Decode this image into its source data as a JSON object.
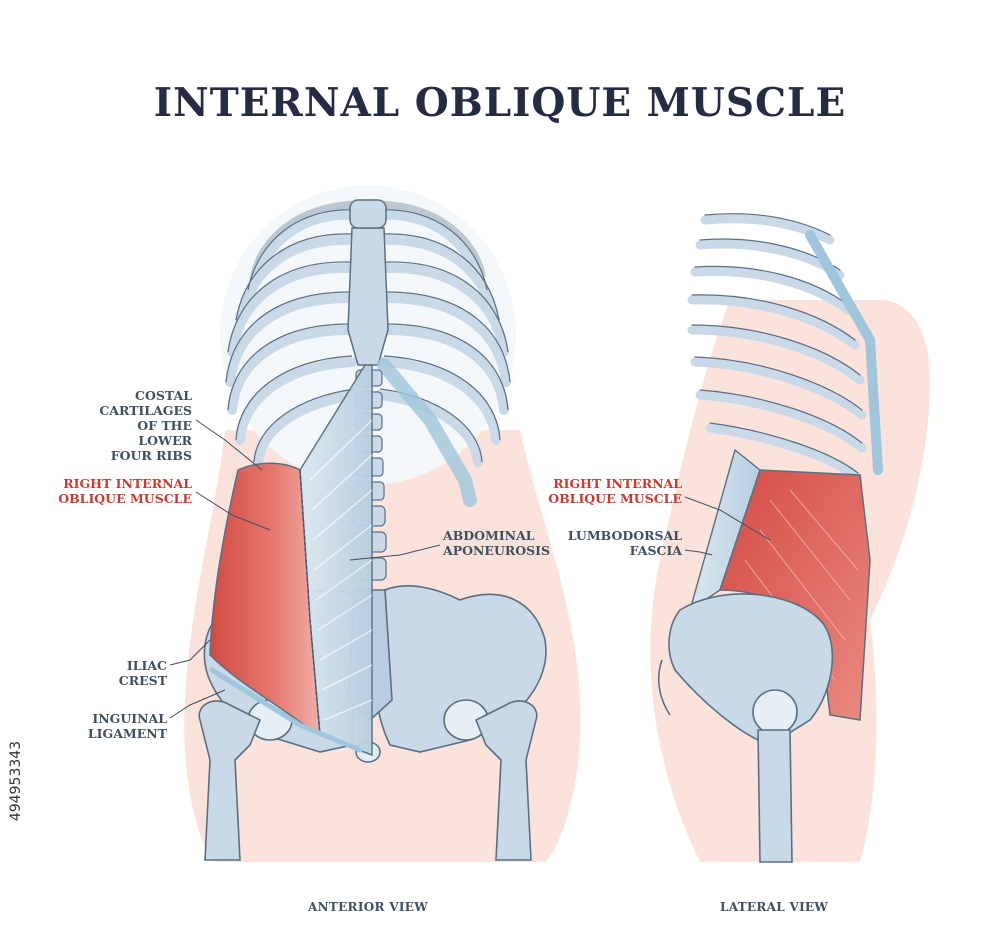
{
  "title": "INTERNAL OBLIQUE MUSCLE",
  "labels": {
    "costal": "COSTAL\nCARTILAGES\nOF THE LOWER\nFOUR RIBS",
    "right_internal_oblique_anterior": "RIGHT INTERNAL\nOBLIQUE MUSCLE",
    "abdominal_aponeurosis": "ABDOMINAL\nAPONEUROSIS",
    "iliac_crest": "ILIAC\nCREST",
    "inguinal_ligament": "INGUINAL\nLIGAMENT",
    "right_internal_oblique_lateral": "RIGHT INTERNAL\nOBLIQUE MUSCLE",
    "lumbodorsal_fascia": "LUMBODORSAL\nFASCIA"
  },
  "views": {
    "anterior": "ANTERIOR VIEW",
    "lateral": "LATERAL VIEW"
  },
  "stock_id": "494953343",
  "colors": {
    "title": "#262b44",
    "label": "#3f5060",
    "highlight_label": "#c93a30",
    "bone": "#c9d9e8",
    "bone_outline": "#5a6f84",
    "muscle": "#d9534a",
    "skin": "#fbe3dc",
    "aponeurosis": "#bfd6e6"
  }
}
